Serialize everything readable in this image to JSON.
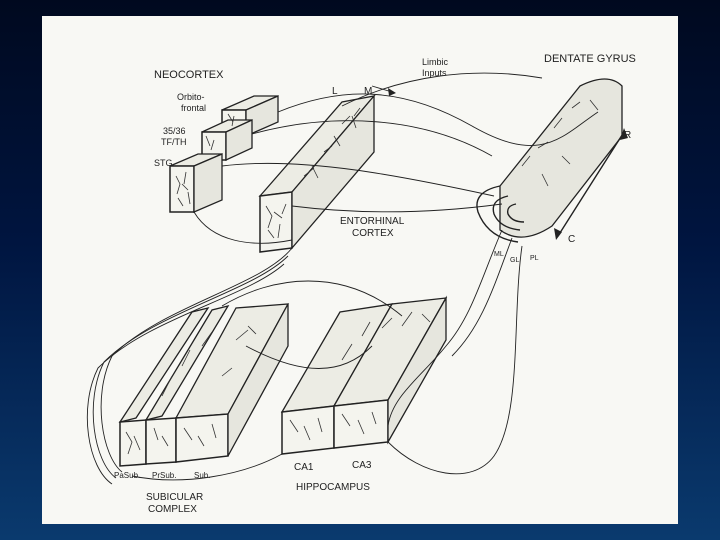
{
  "diagram": {
    "labels": {
      "neocortex": "NEOCORTEX",
      "orbitofrontal_line1": "Orbito-",
      "orbitofrontal_line2": "frontal",
      "area_35_36": "35/36",
      "tf_th": "TF/TH",
      "stg": "STG",
      "l": "L",
      "m": "M",
      "limbic_line1": "Limbic",
      "limbic_line2": "Inputs",
      "dentate_gyrus": "DENTATE GYRUS",
      "r": "R",
      "c": "C",
      "entorhinal_line1": "ENTORHINAL",
      "entorhinal_line2": "CORTEX",
      "ml": "ML",
      "gl": "GL",
      "pl": "PL",
      "pasub": "PaSub.",
      "prsub": "PrSub.",
      "sub": "Sub.",
      "subicular_line1": "SUBICULAR",
      "subicular_line2": "COMPLEX",
      "ca1": "CA1",
      "ca3": "CA3",
      "hippocampus": "HIPPOCAMPUS"
    }
  },
  "colors": {
    "background_top": "#00091f",
    "background_bottom": "#0a3a6e",
    "paper": "#f8f8f4",
    "ink": "#222222"
  }
}
